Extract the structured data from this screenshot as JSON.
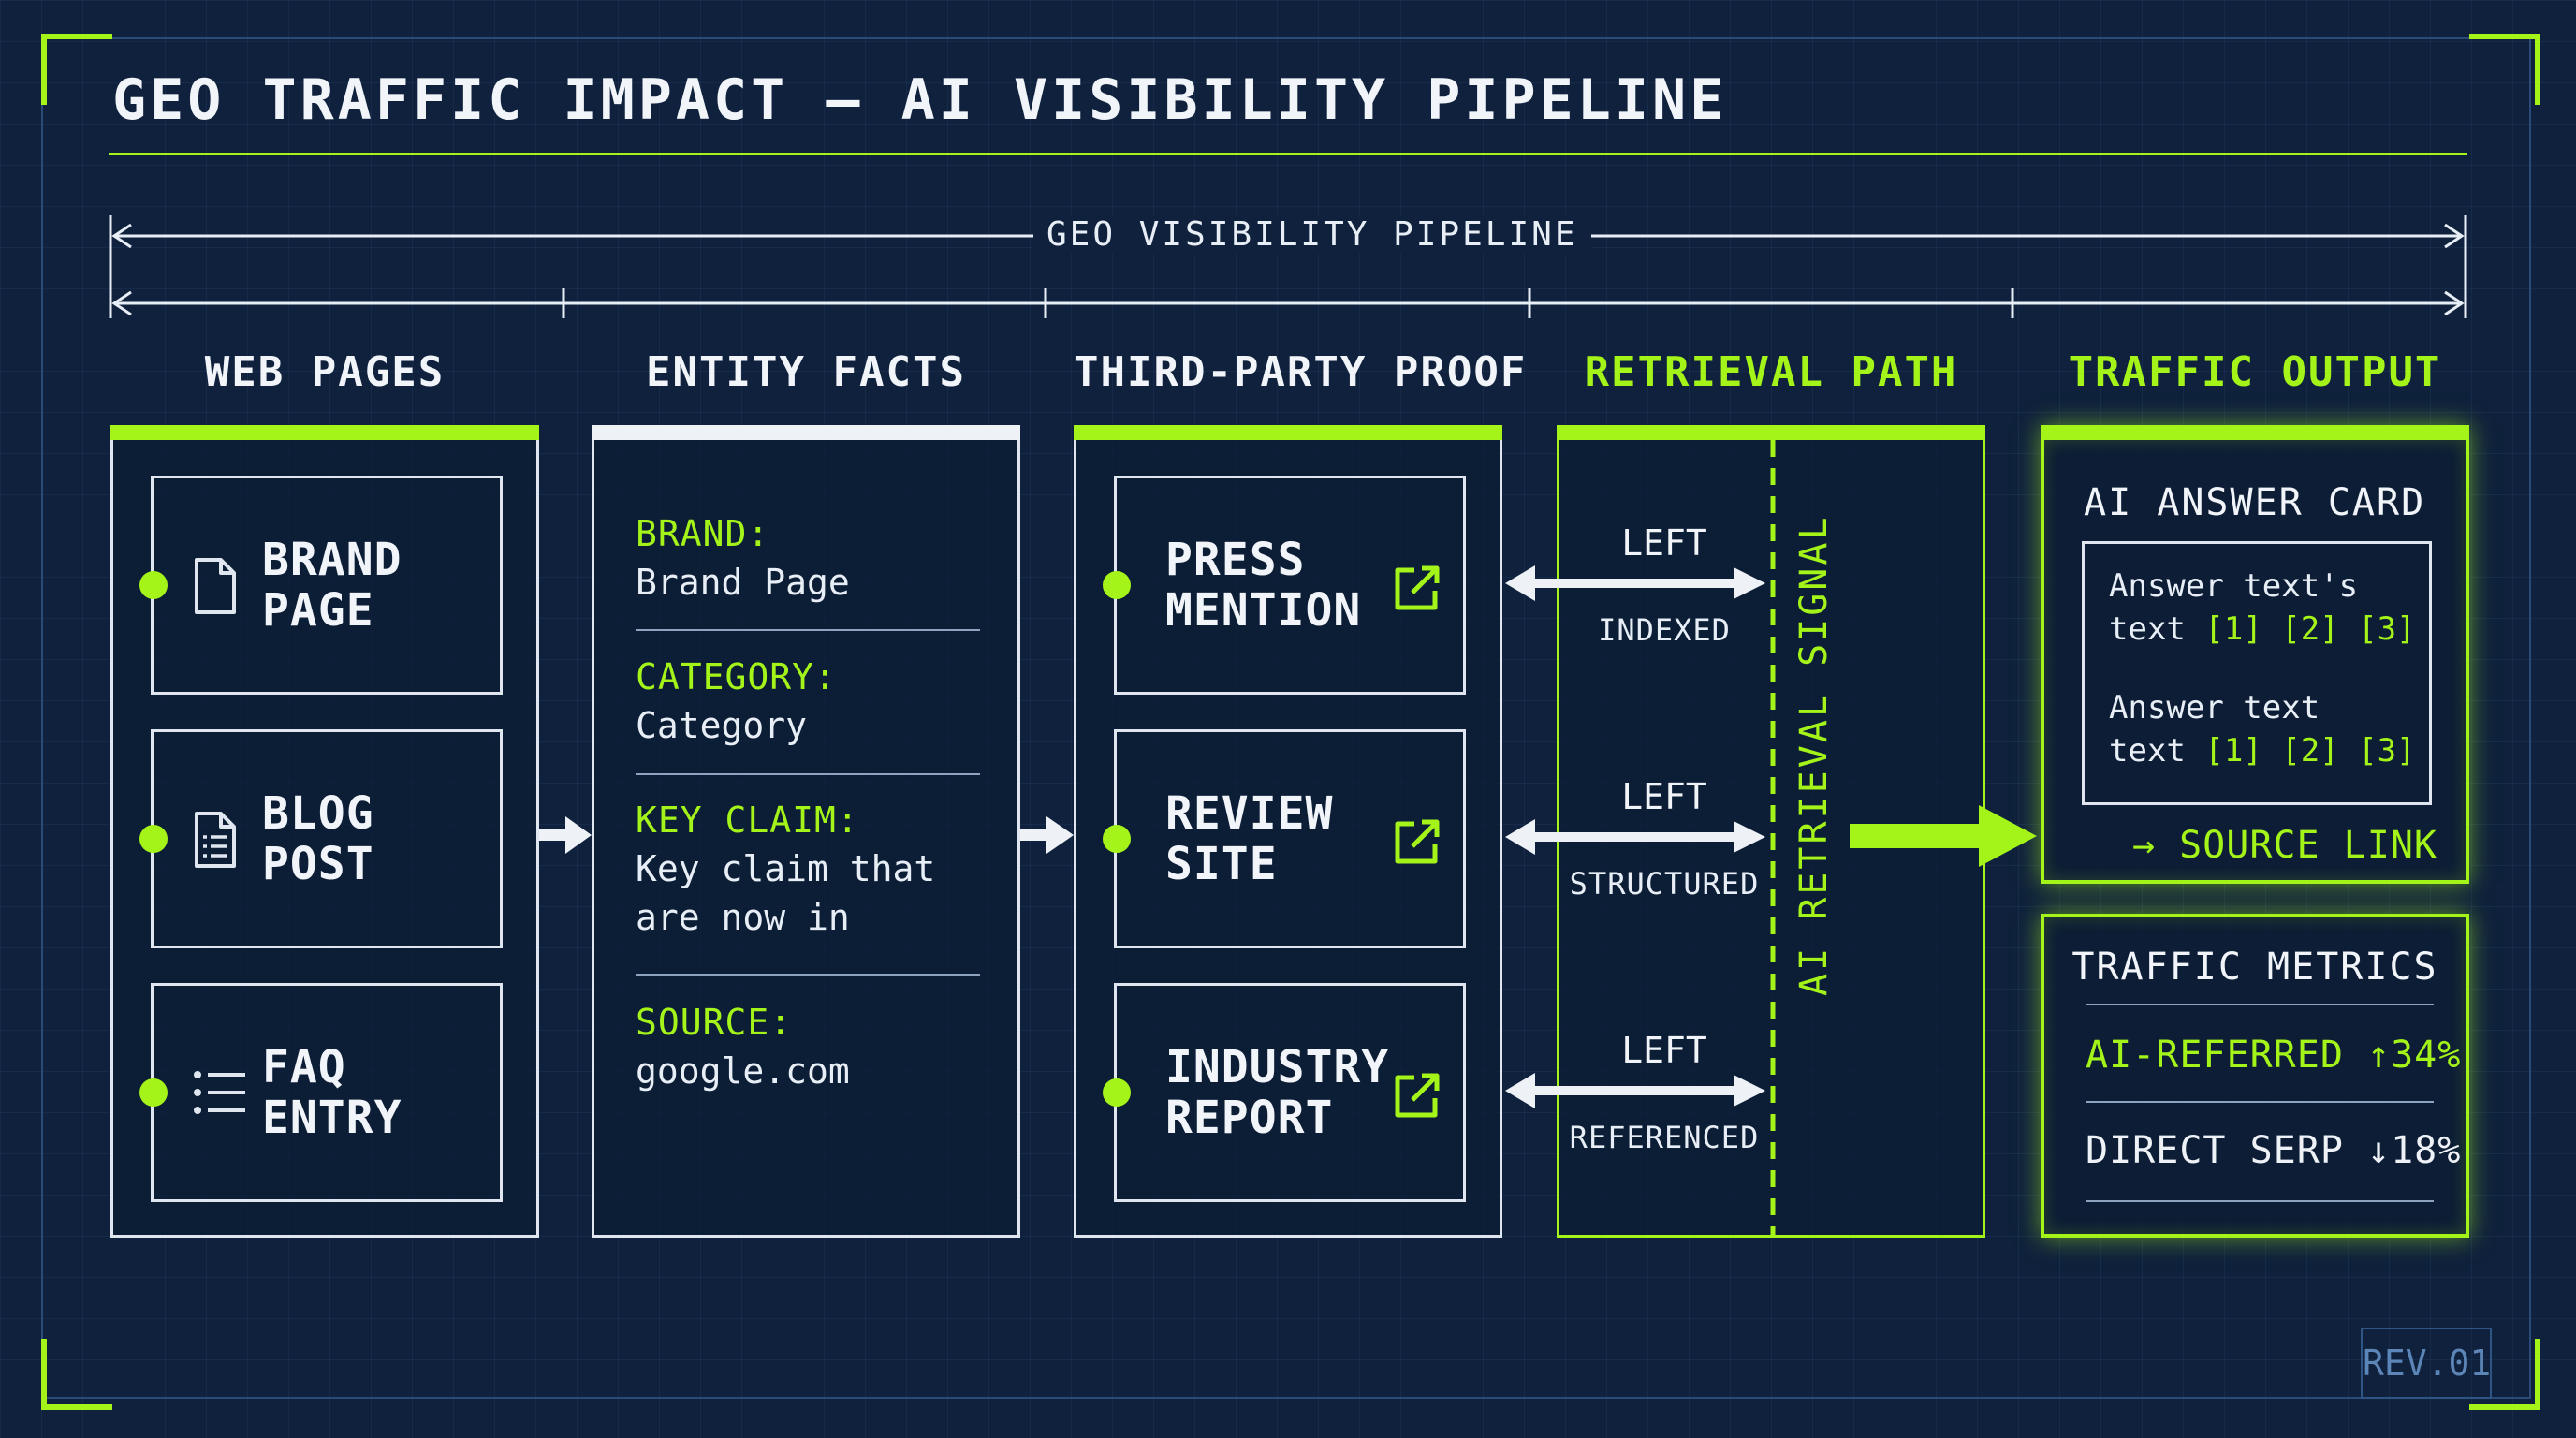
{
  "title": "GEO TRAFFIC IMPACT — AI VISIBILITY PIPELINE",
  "dimension_label": "GEO VISIBILITY PIPELINE",
  "columns": {
    "web_pages": {
      "header": "WEB PAGES",
      "cards": [
        {
          "line1": "BRAND",
          "line2": "PAGE",
          "icon": "document-icon"
        },
        {
          "line1": "BLOG",
          "line2": "POST",
          "icon": "text-document-icon"
        },
        {
          "line1": "FAQ",
          "line2": "ENTRY",
          "icon": "list-icon"
        }
      ]
    },
    "entity_facts": {
      "header": "ENTITY FACTS",
      "facts": [
        {
          "key": "BRAND:",
          "value_lines": [
            "Brand Page"
          ]
        },
        {
          "key": "CATEGORY:",
          "value_lines": [
            "Category"
          ]
        },
        {
          "key": "KEY CLAIM:",
          "value_lines": [
            "Key claim that",
            "are now in"
          ]
        },
        {
          "key": "SOURCE:",
          "value_lines": [
            "google.com"
          ]
        }
      ]
    },
    "third_party": {
      "header": "THIRD-PARTY PROOF",
      "cards": [
        {
          "line1": "PRESS",
          "line2": "MENTION",
          "icon": "external-link-icon"
        },
        {
          "line1": "REVIEW",
          "line2": "SITE",
          "icon": "external-link-icon"
        },
        {
          "line1": "INDUSTRY",
          "line2": "REPORT",
          "icon": "external-link-icon"
        }
      ]
    },
    "retrieval": {
      "header": "RETRIEVAL PATH",
      "signal_label": "AI RETRIEVAL SIGNAL",
      "rows": [
        {
          "left": "LEFT",
          "sub": "INDEXED"
        },
        {
          "left": "LEFT",
          "sub": "STRUCTURED"
        },
        {
          "left": "LEFT",
          "sub": "REFERENCED"
        }
      ]
    },
    "traffic_output": {
      "header": "TRAFFIC OUTPUT",
      "answer_card": {
        "title": "AI ANSWER CARD",
        "answers": [
          {
            "line1": "Answer text's",
            "line2_prefix": "text",
            "citations": "[1] [2] [3]"
          },
          {
            "line1": "Answer text",
            "line2_prefix": "text",
            "citations": "[1] [2] [3]"
          }
        ],
        "source_link": "→ SOURCE LINK"
      },
      "metrics": {
        "title": "TRAFFIC METRICS",
        "ai_referred": "AI-REFERRED ↑34%",
        "direct_serp": "DIRECT SERP ↓18%"
      }
    }
  },
  "revision": "REV.01",
  "colors": {
    "background": "#0f213c",
    "accent": "#a4f41a",
    "line": "#dfe6ef"
  }
}
